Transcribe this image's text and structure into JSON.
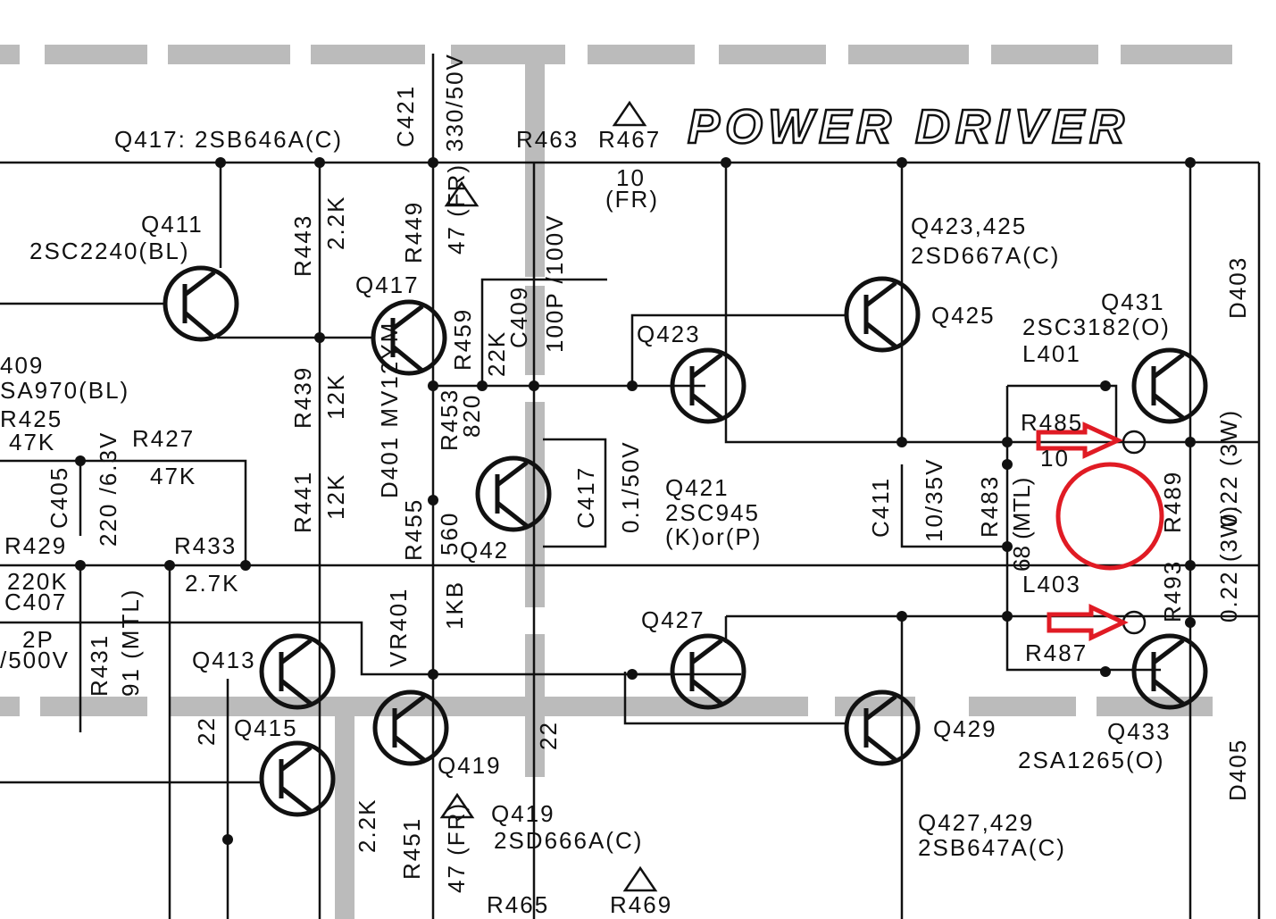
{
  "title": "POWER DRIVER",
  "labels": {
    "q417_type": "Q417: 2SB646A(C)",
    "q411": "Q411",
    "q411_type": "2SC2240(BL)",
    "q409": "409",
    "q409_type": "SA970(BL)",
    "r425": "R425",
    "r425_val": "47K",
    "r427": "R427",
    "r427_val": "47K",
    "c405": "C405",
    "c405_val": "220 /6.3V",
    "r429": "R429",
    "r429_val": "220K",
    "c407": "C407",
    "c407_val1": "2P",
    "c407_val2": "/500V",
    "r433": "R433",
    "r433_val": "2.7K",
    "r431": "R431",
    "r431_val": "91 (MTL)",
    "q413": "Q413",
    "q415": "Q415",
    "r435_val": "22",
    "r443": "R443",
    "r443_val": "2.2K",
    "r439": "R439",
    "r439_val": "12K",
    "r441": "R441",
    "r441_val": "12K",
    "c421": "C421",
    "c421_val": "330/50V",
    "r463": "R463",
    "r467": "R467",
    "r467_val": "10",
    "r467_fr": "(FR)",
    "r449": "R449",
    "r449_val": "47 (FR)",
    "q417": "Q417",
    "r459": "R459",
    "r459_val": "22K",
    "c409": "C409",
    "c409_val": "100P /100V",
    "r453": "R453",
    "r453_val": "820",
    "d401": "D401 MV12YM",
    "r455": "R455",
    "r455_val": "560",
    "q421_short": "Q42",
    "c417": "C417",
    "c417_val": "0.1/50V",
    "q421": "Q421",
    "q421_type": "2SC945",
    "q421_rank": "(K)or(P)",
    "q423": "Q423",
    "q423_425": "Q423,425",
    "q423_425_type": "2SD667A(C)",
    "q425": "Q425",
    "q431": "Q431",
    "q431_type": "2SC3182(O)",
    "l401": "L401",
    "d403": "D403",
    "r485": "R485",
    "r485_val": "10",
    "c411": "C411",
    "c411_val": "10/35V",
    "r483": "R483",
    "r483_val": "68 (MTL)",
    "r489": "R489",
    "r489_val": "0.22 (3W)",
    "l403": "L403",
    "r493": "R493",
    "r493_val": "0.22 (3W)",
    "r487": "R487",
    "q427": "Q427",
    "q429": "Q429",
    "q433": "Q433",
    "q433_type": "2SA1265(O)",
    "d405": "D405",
    "vr401": "VR401",
    "vr401_val": "1KB",
    "q419_short": "Q419",
    "r461_val": "22",
    "q419": "Q419",
    "q419_type": "2SD666A(C)",
    "r451": "R451",
    "r451_val": "47 (FR)",
    "r445_val": "2.2K",
    "q427_429": "Q427,429",
    "q427_429_type": "2SB647A(C)",
    "r465": "R465",
    "r469": "R469"
  },
  "colors": {
    "annotation": "#e01b24",
    "ink": "#111111"
  }
}
